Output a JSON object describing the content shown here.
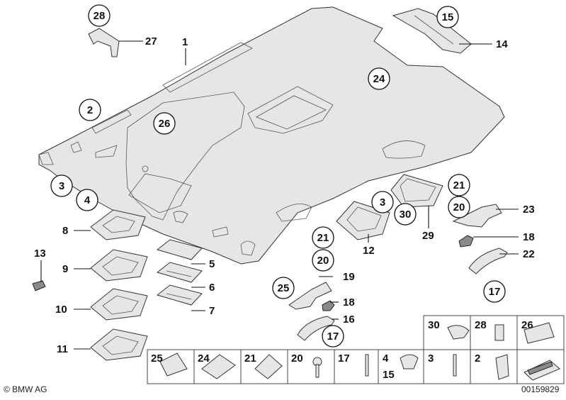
{
  "labels": {
    "n28": "28",
    "n27": "27",
    "n1": "1",
    "n15": "15",
    "n14": "14",
    "n24": "24",
    "n2": "2",
    "n26": "26",
    "n3a": "3",
    "n4": "4",
    "n8": "8",
    "n9": "9",
    "n10": "10",
    "n11": "11",
    "n13": "13",
    "n5": "5",
    "n6": "6",
    "n7": "7",
    "n21a": "21",
    "n20a": "20",
    "n3b": "3",
    "n30": "30",
    "n29": "29",
    "n12": "12",
    "n21b": "21",
    "n20b": "20",
    "n23": "23",
    "n18a": "18",
    "n22": "22",
    "n17a": "17",
    "n19": "19",
    "n25": "25",
    "n18b": "18",
    "n16": "16",
    "n17b": "17"
  },
  "fastener_grid": {
    "top_row": [
      "30",
      "28",
      "26"
    ],
    "bottom_row": [
      "25",
      "24",
      "21",
      "20",
      "17",
      "4",
      "3",
      "2"
    ],
    "bottom_row_extra": "15"
  },
  "footer": {
    "copyright": "© BMW AG",
    "diagram_id": "00159829"
  }
}
